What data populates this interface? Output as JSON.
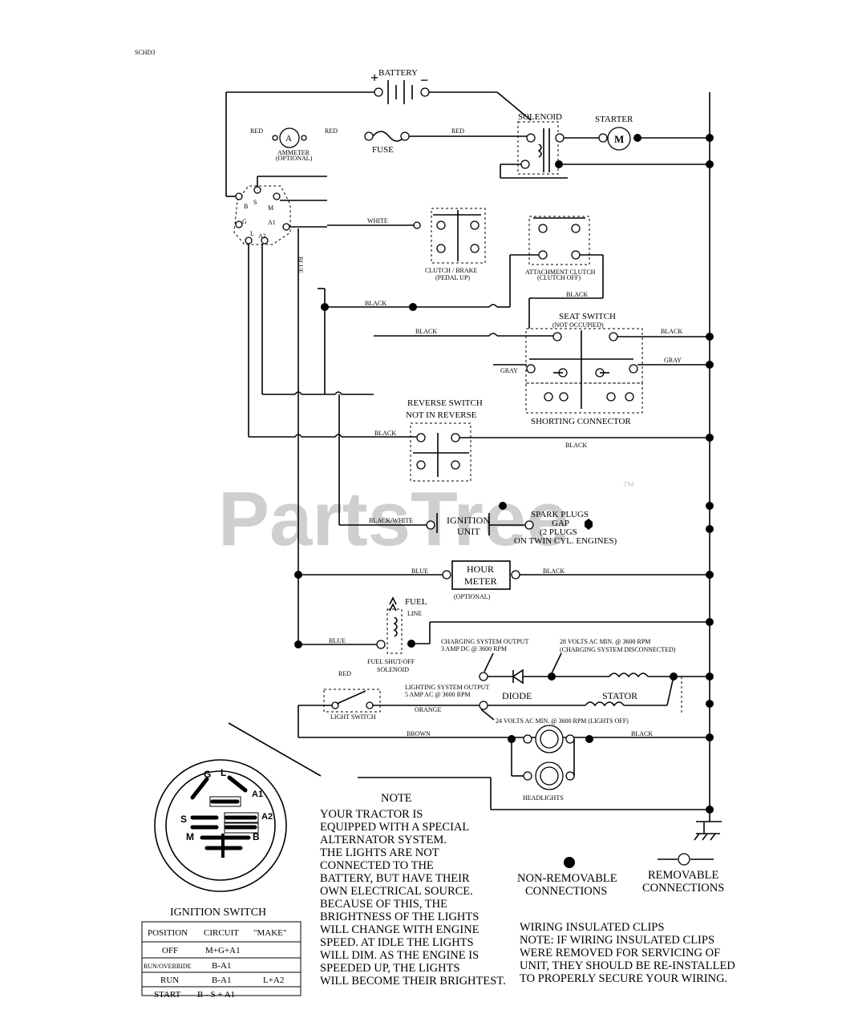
{
  "page_code": "SCHD3",
  "watermark": "PartsTree",
  "watermark_tm": "™",
  "components": {
    "battery": "BATTERY",
    "battery_plus": "+",
    "battery_minus": "−",
    "solenoid": "SOLENOID",
    "starter": "STARTER",
    "starter_symbol": "M",
    "ammeter_symbol": "A",
    "ammeter": "AMMETER",
    "ammeter_optional": "(OPTIONAL)",
    "fuse": "FUSE",
    "clutch_brake": "CLUTCH / BRAKE",
    "clutch_brake_sub": "(PEDAL UP)",
    "attachment_clutch": "ATTACHMENT CLUTCH",
    "attachment_clutch_sub": "(CLUTCH OFF)",
    "seat_switch": "SEAT SWITCH",
    "seat_switch_sub": "(NOT OCCUPIED)",
    "shorting_connector": "SHORTING CONNECTOR",
    "reverse_switch": "REVERSE SWITCH",
    "reverse_switch_sub": "NOT IN REVERSE",
    "ignition_unit_1": "IGNITION",
    "ignition_unit_2": "UNIT",
    "spark_plugs_1": "SPARK PLUGS",
    "spark_plugs_2": "GAP",
    "spark_plugs_3": "(2 PLUGS",
    "spark_plugs_4": "ON TWIN CYL. ENGINES)",
    "hour_meter_1": "HOUR",
    "hour_meter_2": "METER",
    "hour_meter_opt": "(OPTIONAL)",
    "fuel_line_1": "FUEL",
    "fuel_line_2": "LINE",
    "fuel_shutoff_1": "FUEL SHUT-OFF",
    "fuel_shutoff_2": "SOLENOID",
    "charging_1": "CHARGING SYSTEM OUTPUT",
    "charging_2": "3 AMP DC @ 3600 RPM",
    "volts_28_1": "28 VOLTS AC MIN. @ 3600 RPM",
    "volts_28_2": "(CHARGING SYSTEM DISCONNECTED)",
    "lighting_1": "LIGHTING SYSTEM OUTPUT",
    "lighting_2": "5 AMP AC @ 3600 RPM",
    "diode": "DIODE",
    "stator": "STATOR",
    "volts_24": "24 VOLTS AC MIN. @ 3600 RPM (LIGHTS OFF)",
    "light_switch": "LIGHT SWITCH",
    "headlights": "HEADLIGHTS",
    "terminal_b": "B",
    "terminal_s": "S",
    "terminal_m": "M",
    "terminal_g": "G",
    "terminal_l": "L",
    "terminal_a1": "A1",
    "terminal_a2": "A2"
  },
  "wires": {
    "red": "RED",
    "white": "WHITE",
    "black": "BLACK",
    "blue": "BLUE",
    "gray": "GRAY",
    "orange": "ORANGE",
    "brown": "BROWN",
    "black_white": "BLACK/WHITE"
  },
  "ignition_switch": {
    "title": "IGNITION SWITCH",
    "terminals": [
      "G",
      "L",
      "A1",
      "A2",
      "S",
      "M",
      "B"
    ],
    "headers": [
      "POSITION",
      "CIRCUIT",
      "\"MAKE\""
    ],
    "rows": [
      [
        "OFF",
        "M+G+A1",
        ""
      ],
      [
        "RUN/OVERRIDE",
        "B-A1",
        ""
      ],
      [
        "RUN",
        "B-A1",
        "L+A2"
      ],
      [
        "START",
        "B - S + A1",
        ""
      ]
    ]
  },
  "note": {
    "title": "NOTE",
    "lines": [
      "YOUR TRACTOR IS",
      "EQUIPPED WITH A SPECIAL",
      "ALTERNATOR SYSTEM.",
      "THE LIGHTS ARE NOT",
      "CONNECTED TO THE",
      "BATTERY, BUT HAVE THEIR",
      "OWN ELECTRICAL SOURCE.",
      "BECAUSE OF THIS, THE",
      "BRIGHTNESS OF THE LIGHTS",
      "WILL CHANGE WITH ENGINE",
      "SPEED.  AT IDLE THE LIGHTS",
      "WILL DIM.  AS THE ENGINE IS",
      "SPEEDED UP, THE LIGHTS",
      "WILL BECOME THEIR BRIGHTEST."
    ]
  },
  "legend": {
    "non_removable": [
      "NON-REMOVABLE",
      "CONNECTIONS"
    ],
    "removable": [
      "REMOVABLE",
      "CONNECTIONS"
    ]
  },
  "clips_note": [
    "WIRING INSULATED CLIPS",
    "NOTE: IF WIRING INSULATED CLIPS",
    "WERE REMOVED FOR SERVICING OF",
    "UNIT, THEY SHOULD BE RE-INSTALLED",
    "TO PROPERLY SECURE YOUR WIRING."
  ]
}
